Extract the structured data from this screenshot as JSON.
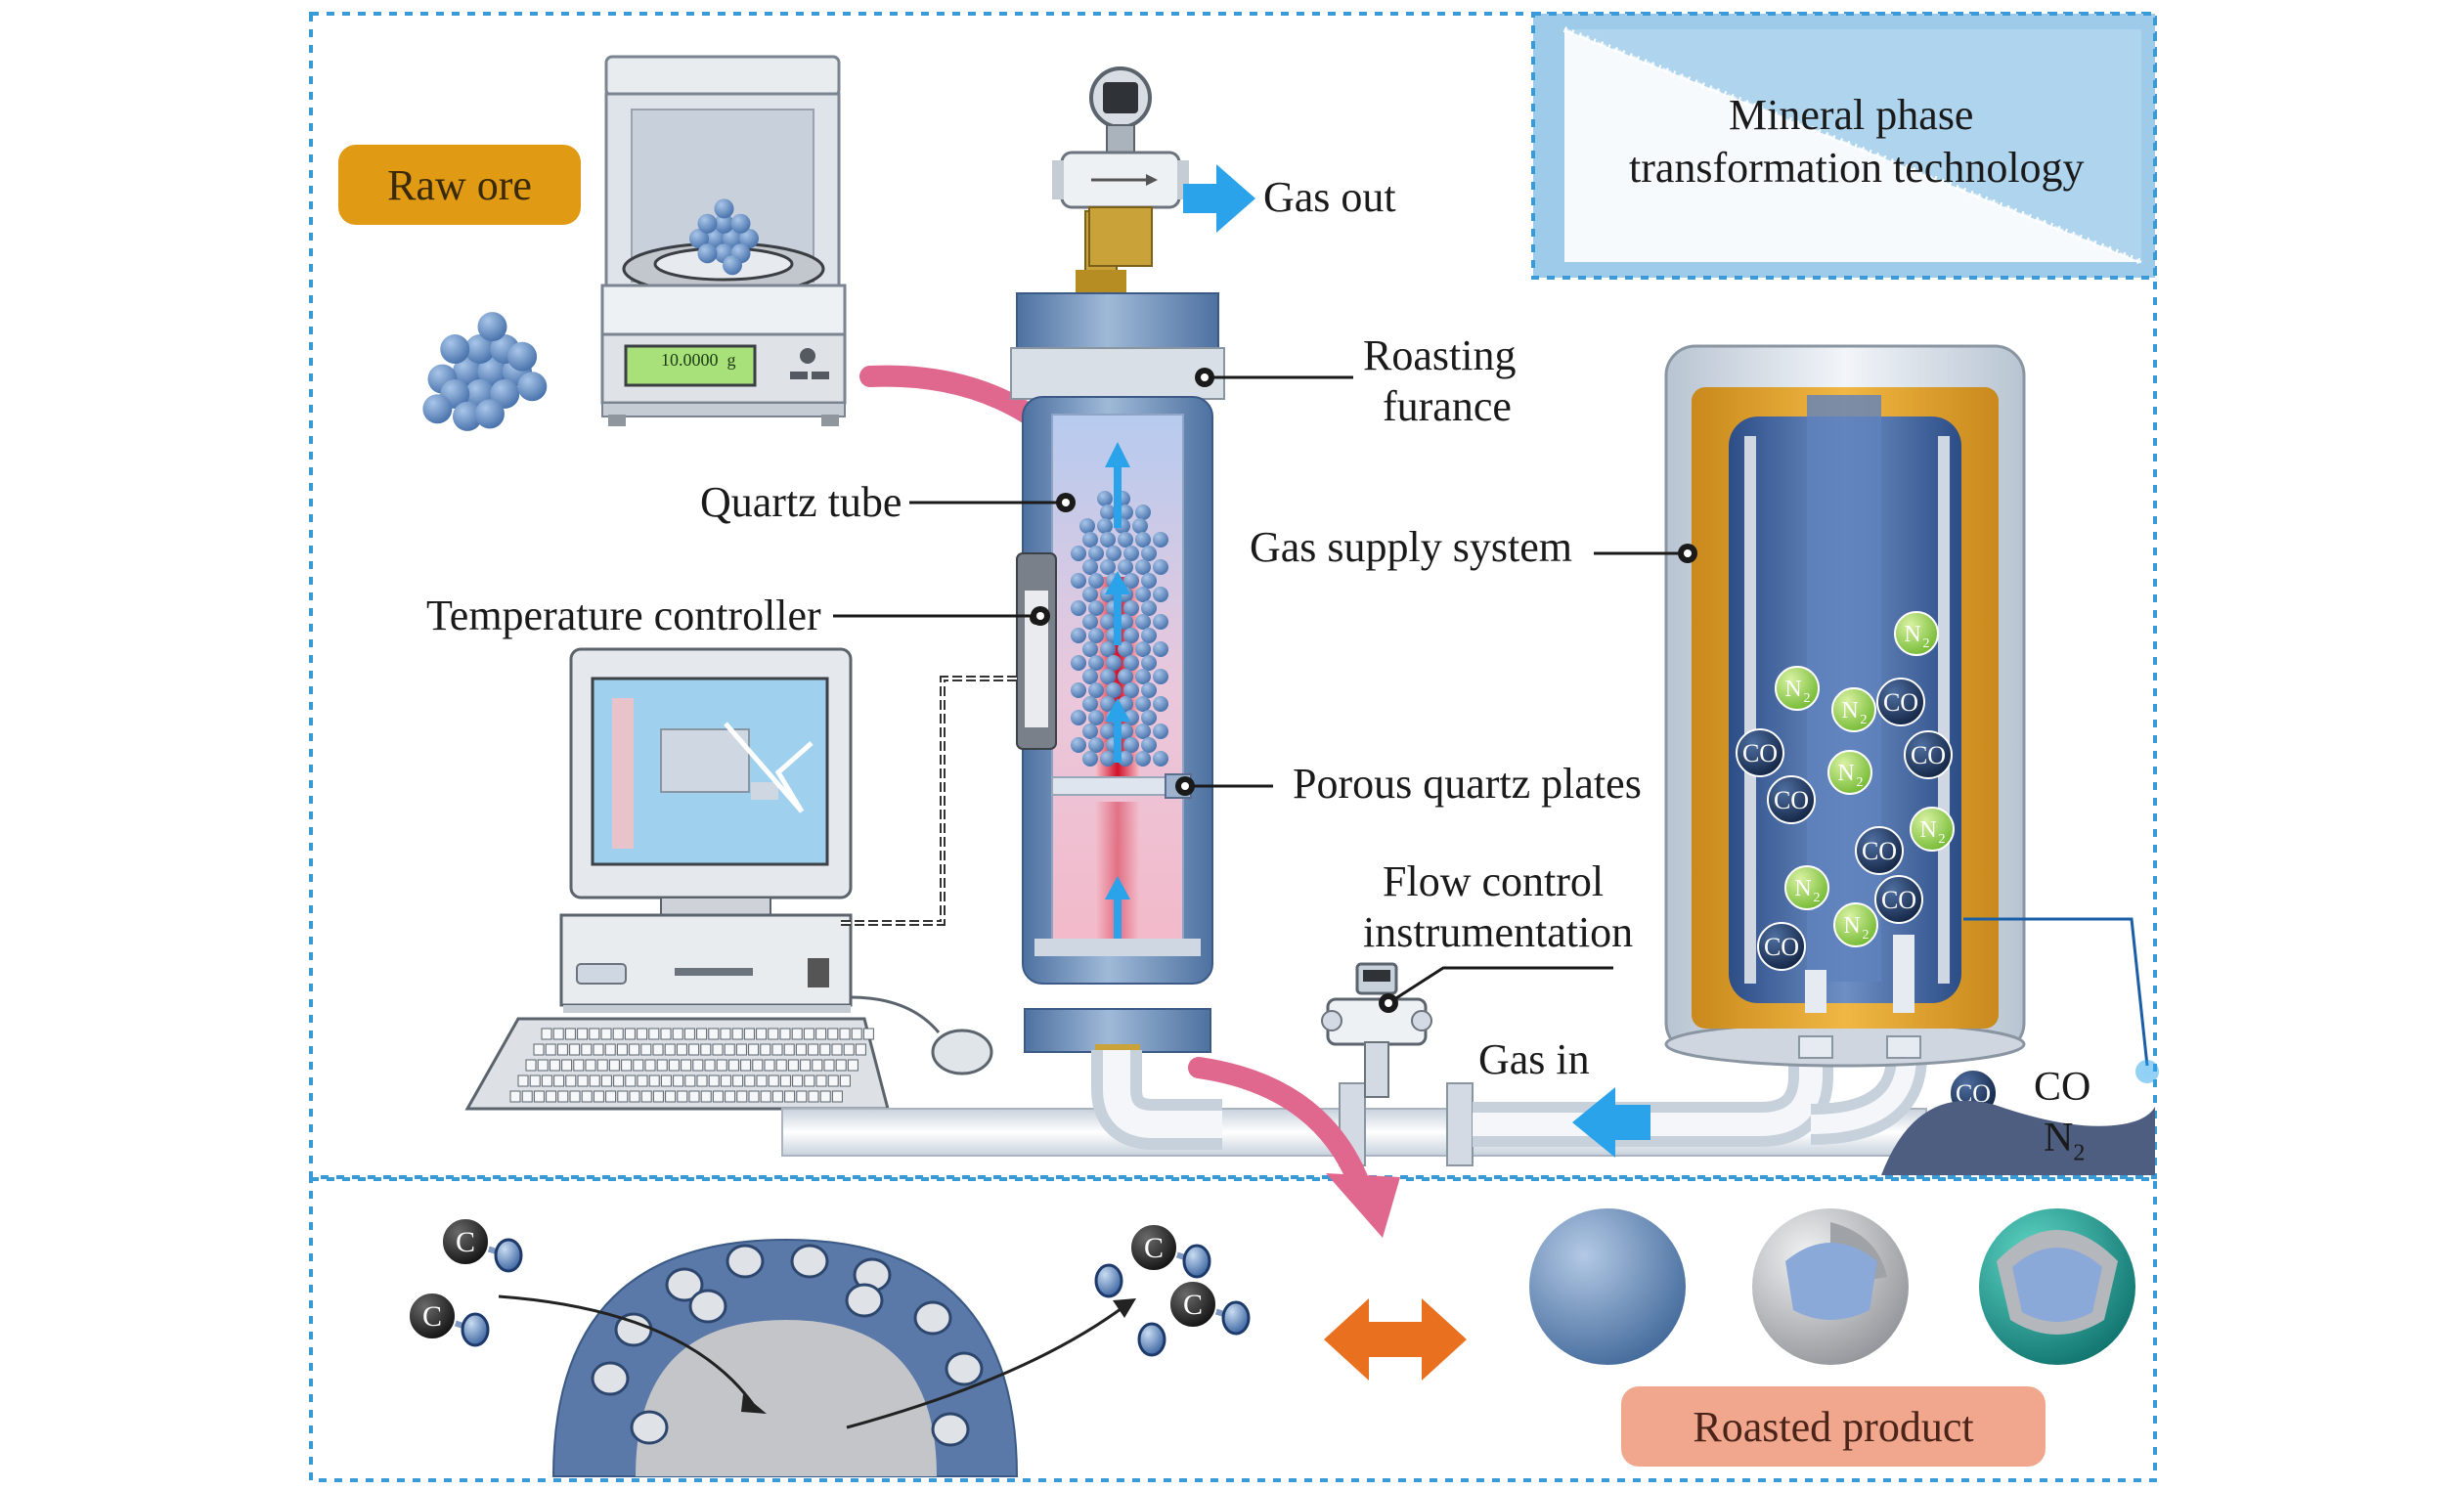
{
  "title_box": {
    "line1": "Mineral phase",
    "line2": "transformation technology"
  },
  "raw_ore": {
    "label": "Raw ore"
  },
  "balance": {
    "display": "10.0000",
    "unit": "g"
  },
  "labels": {
    "gas_out": "Gas out",
    "roasting_furnace_1": "Roasting",
    "roasting_furnace_2": "furance",
    "quartz_tube": "Quartz tube",
    "temperature_controller": "Temperature controller",
    "gas_supply_system": "Gas supply system",
    "porous_quartz_plates": "Porous quartz plates",
    "flow_control_1": "Flow control",
    "flow_control_2": "instrumentation",
    "gas_in": "Gas in"
  },
  "gas_legend": {
    "co": "CO",
    "n2": "N",
    "n2_sub": "2"
  },
  "molecules": {
    "co": "CO",
    "n": "N",
    "sub": "2",
    "c": "C"
  },
  "roasted_product": {
    "label": "Roasted product"
  },
  "colors": {
    "dash_border": "#3a9ad6",
    "orange_pill": "#e09a13",
    "salmon_pill": "#f0a78e",
    "title_fill": "#9fcbea",
    "furnace_steel": "#6b8fb8",
    "n2_green": "#9dd34a",
    "co_navy": "#1c3a6b",
    "pink_arrow": "#e0688e",
    "orange_arrow": "#e8701e",
    "blue_arrow": "#2aa3ea"
  }
}
